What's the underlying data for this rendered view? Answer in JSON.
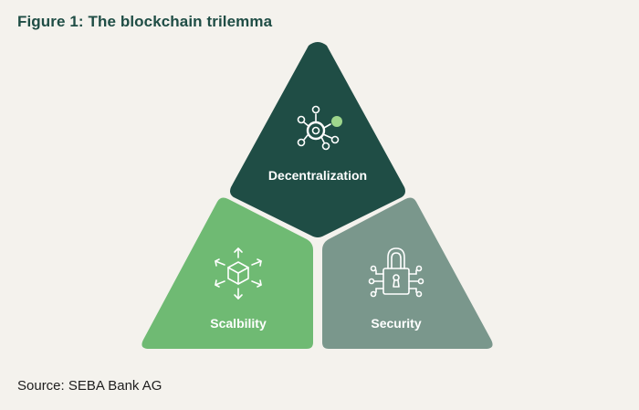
{
  "figure": {
    "title": "Figure 1: The blockchain trilemma",
    "source": "Source: SEBA Bank AG"
  },
  "segments": {
    "top": {
      "label": "Decentralization",
      "icon": "network-node-icon",
      "color": "#1f4d45",
      "accent": "#9ed68c"
    },
    "left": {
      "label": "Scalbility",
      "icon": "cube-expand-icon",
      "color": "#6fba73"
    },
    "right": {
      "label": "Security",
      "icon": "circuit-lock-icon",
      "color": "#7a978c"
    }
  }
}
